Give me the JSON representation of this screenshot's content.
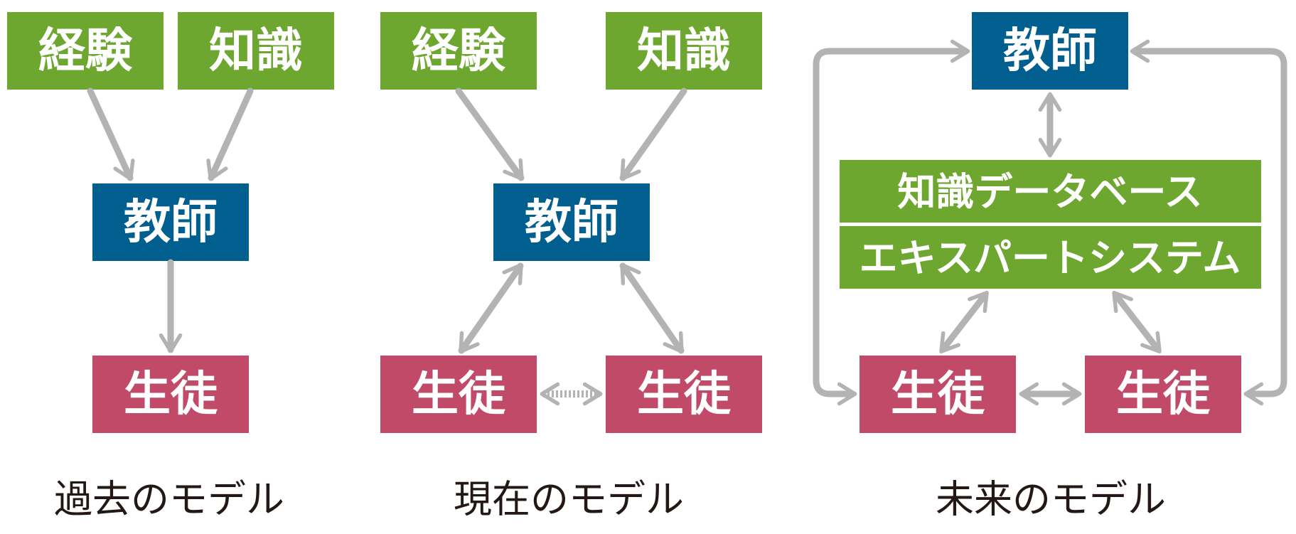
{
  "colors": {
    "green": "#6ea72f",
    "blue": "#005f8e",
    "red": "#c14a68",
    "arrow": "#b3b3b3",
    "caption": "#231815",
    "background": "#ffffff"
  },
  "past": {
    "experience": "経験",
    "knowledge": "知識",
    "teacher": "教師",
    "student": "生徒",
    "caption": "過去のモデル"
  },
  "present": {
    "experience": "経験",
    "knowledge": "知識",
    "teacher": "教師",
    "student_left": "生徒",
    "student_right": "生徒",
    "caption": "現在のモデル"
  },
  "future": {
    "teacher": "教師",
    "knowledge_db": "知識データベース",
    "expert_system": "エキスパートシステム",
    "student_left": "生徒",
    "student_right": "生徒",
    "caption": "未来のモデル"
  }
}
